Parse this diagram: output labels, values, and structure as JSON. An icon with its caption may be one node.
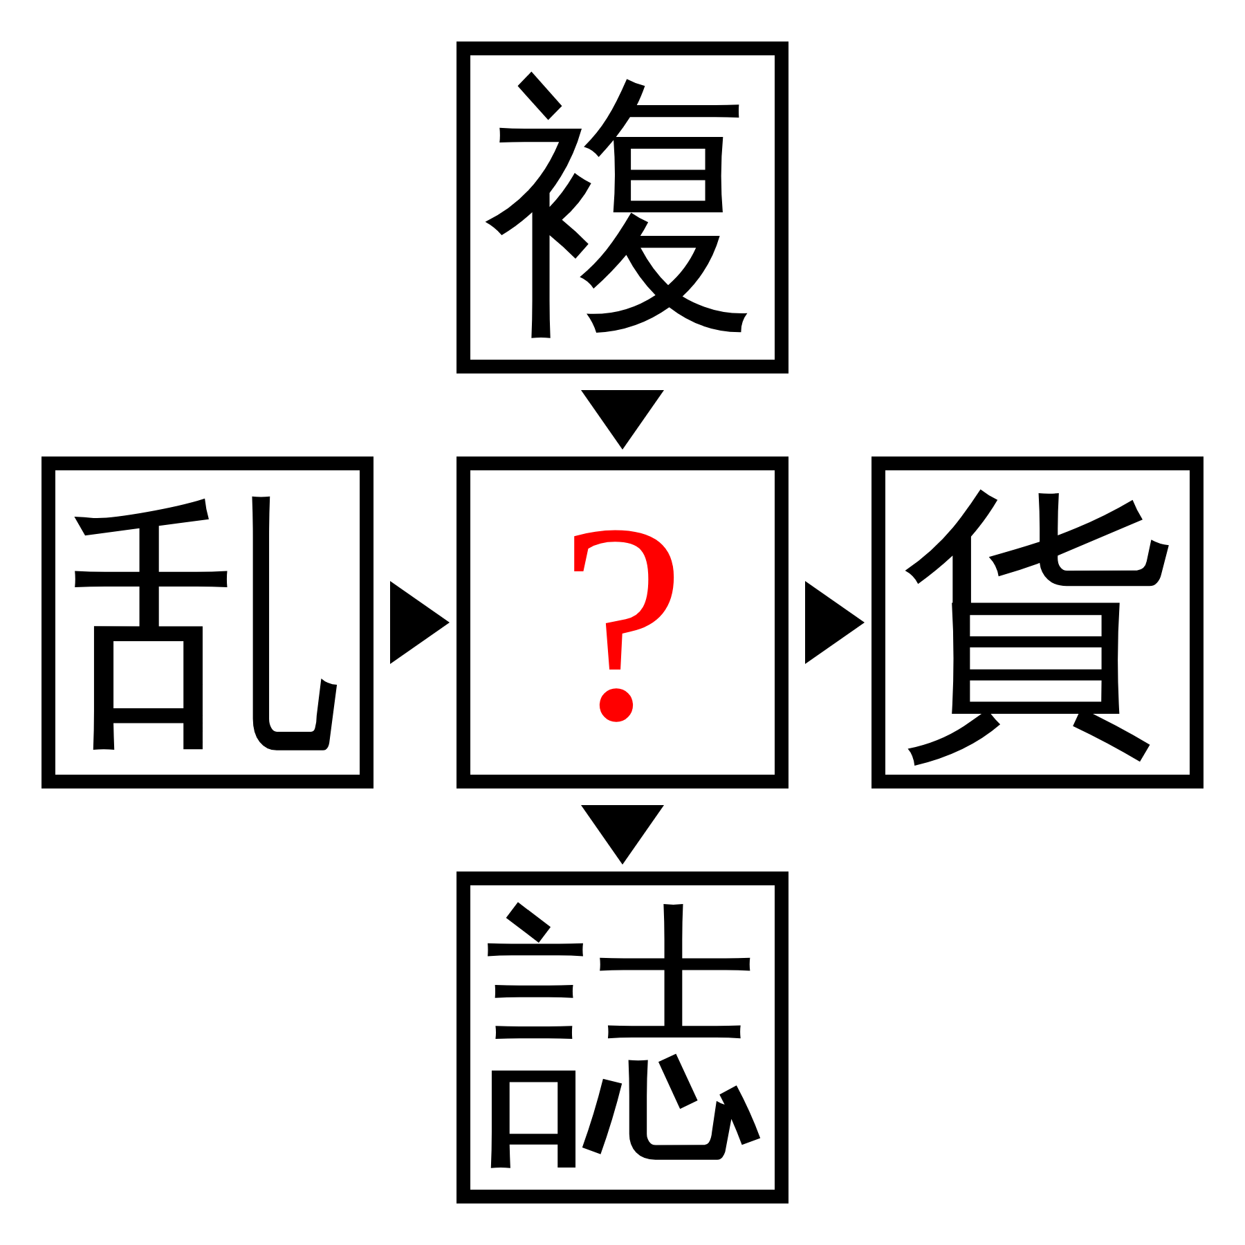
{
  "diagram": {
    "nodes": [
      {
        "text": [
          "複"
        ]
      },
      {
        "text": [
          "乱"
        ]
      },
      {
        "text": [
          "?"
        ]
      },
      {
        "text": [
          "貨"
        ]
      },
      {
        "text": [
          "誌"
        ]
      }
    ],
    "edges": [
      {
        "from": 0,
        "to": 2,
        "arrow": "to"
      },
      {
        "from": 1,
        "to": 2,
        "arrow": "to"
      },
      {
        "from": 2,
        "to": 3,
        "arrow": "to"
      },
      {
        "from": 2,
        "to": 4,
        "arrow": "to"
      }
    ]
  }
}
